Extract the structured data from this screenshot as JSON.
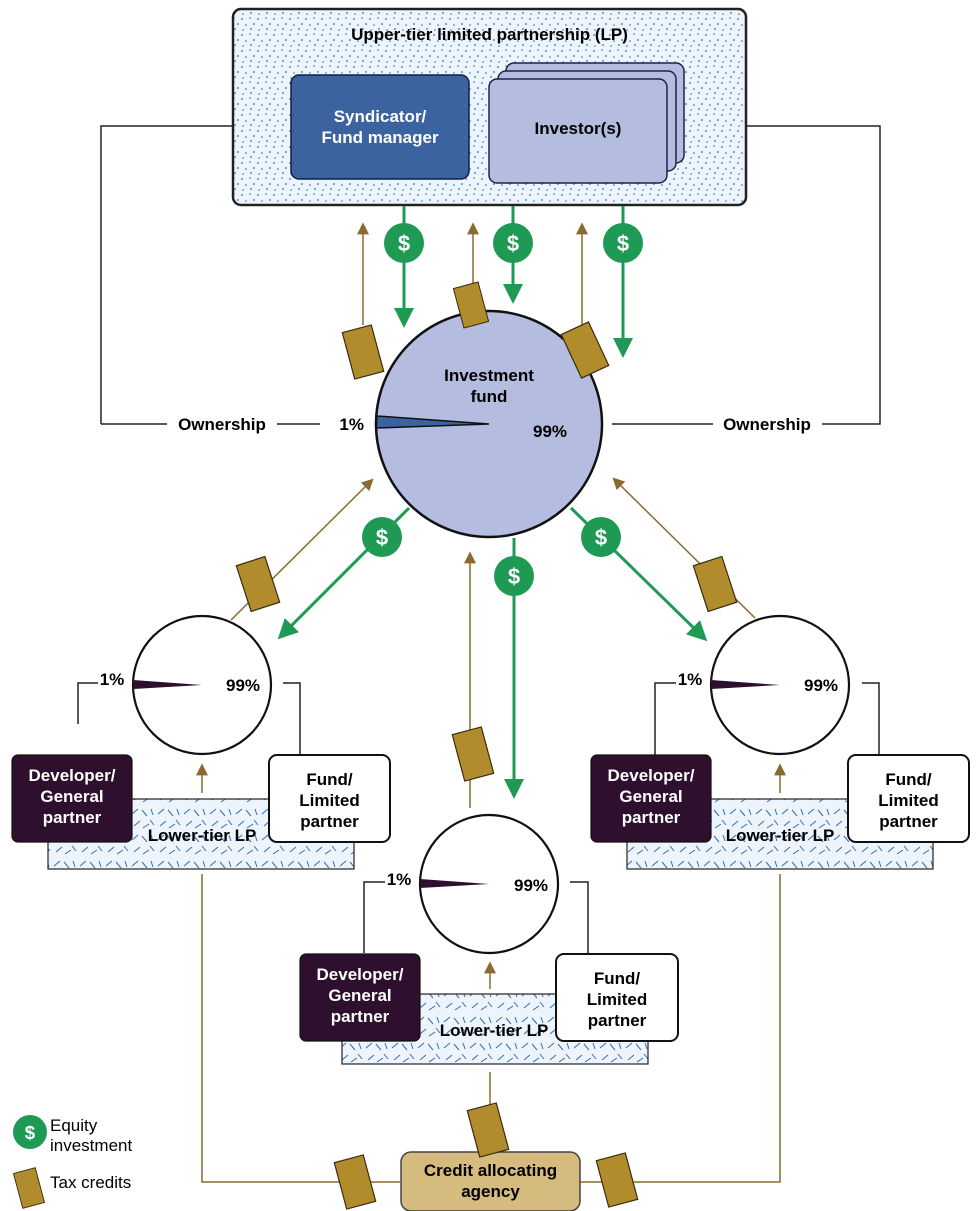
{
  "upper_tier": {
    "title": "Upper-tier limited partnership (LP)"
  },
  "syndicator": {
    "label_line1": "Syndicator/",
    "label_line2": "Fund manager"
  },
  "investors": {
    "label": "Investor(s)"
  },
  "fund": {
    "label_line1": "Investment",
    "label_line2": "fund",
    "left_share": "1%",
    "right_share": "99%",
    "ownership_left": "Ownership",
    "ownership_right": "Ownership"
  },
  "lower_tier_projects": [
    {
      "share_small": "1%",
      "share_large": "99%",
      "developer_line1": "Developer/",
      "developer_line2": "General",
      "developer_line3": "partner",
      "fund_line1": "Fund/",
      "fund_line2": "Limited",
      "fund_line3": "partner",
      "lp_label": "Lower-tier LP"
    },
    {
      "share_small": "1%",
      "share_large": "99%",
      "developer_line1": "Developer/",
      "developer_line2": "General",
      "developer_line3": "partner",
      "fund_line1": "Fund/",
      "fund_line2": "Limited",
      "fund_line3": "partner",
      "lp_label": "Lower-tier LP"
    },
    {
      "share_small": "1%",
      "share_large": "99%",
      "developer_line1": "Developer/",
      "developer_line2": "General",
      "developer_line3": "partner",
      "fund_line1": "Fund/",
      "fund_line2": "Limited",
      "fund_line3": "partner",
      "lp_label": "Lower-tier LP"
    }
  ],
  "agency": {
    "label_line1": "Credit allocating",
    "label_line2": "agency"
  },
  "legend": {
    "equity_line1": "Equity",
    "equity_line2": "investment",
    "tax_credits": "Tax credits",
    "equity_symbol": "$"
  },
  "colors": {
    "equity_green": "#1f9a55",
    "tax_credit_gold": "#b08c2c",
    "credit_line_brown": "#8a6a30",
    "fund_fill": "#b4bcdf",
    "syndicator_fill": "#3a63a0",
    "investor_fill": "#b4bcdf",
    "developer_fill": "#2e0f2e",
    "agency_fill": "#d5bb7e",
    "texture_blue": "#2f6fb3"
  },
  "icons": {
    "equity": "dollar-coin-icon",
    "tax_credit": "tax-credit-card-icon"
  }
}
